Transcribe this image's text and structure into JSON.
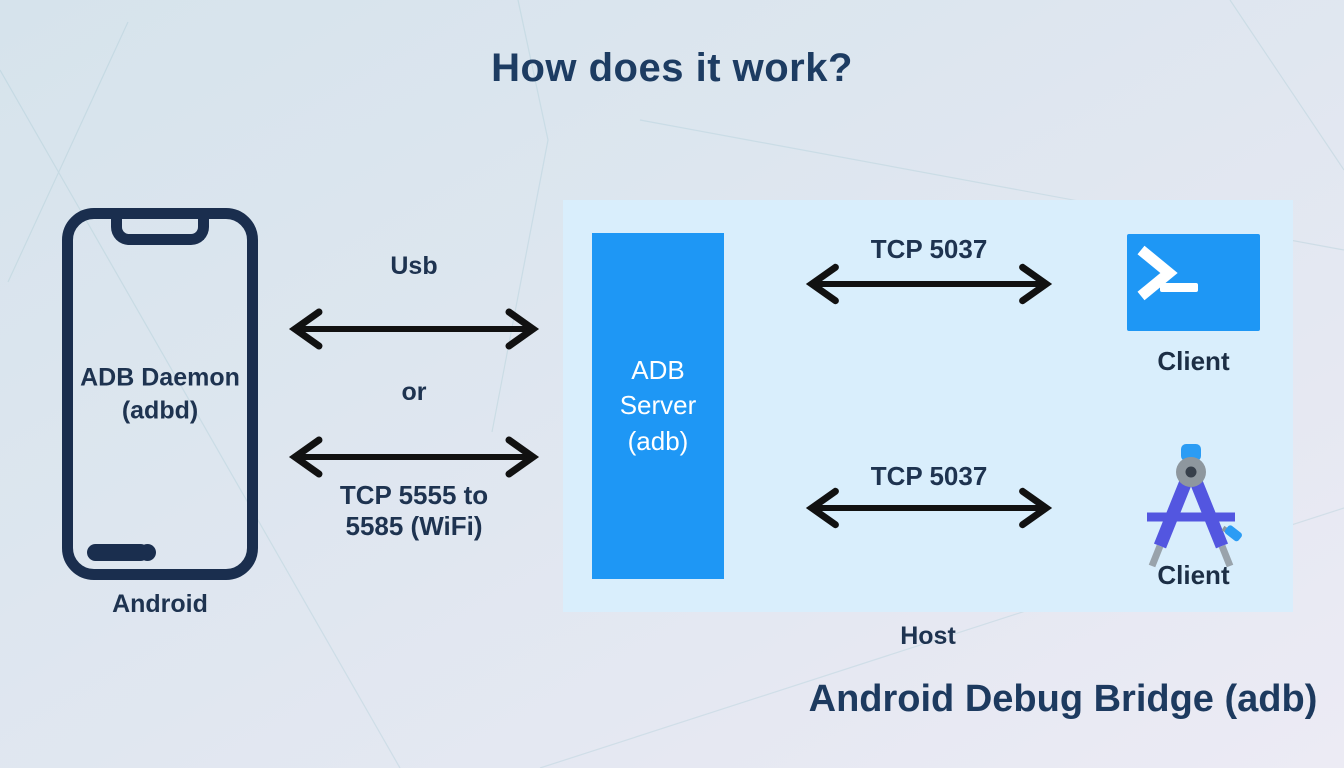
{
  "title": "How does it work?",
  "device": {
    "label": "ADB Daemon\n(adbd)",
    "caption": "Android"
  },
  "left_links": {
    "usb": "Usb",
    "or": "or",
    "wifi": "TCP 5555 to\n5585 (WiFi)"
  },
  "host": {
    "server_label": "ADB\nServer\n(adb)",
    "caption": "Host",
    "links": [
      {
        "label": "TCP 5037",
        "client": "Client",
        "icon": "terminal-icon"
      },
      {
        "label": "TCP 5037",
        "client": "Client",
        "icon": "compass-icon"
      }
    ]
  },
  "footer": "Android Debug Bridge (adb)",
  "colors": {
    "accent_blue": "#1e97f5",
    "host_panel_bg": "#d9eefc",
    "navy_text": "#1e3350",
    "title_navy": "#1d3c62",
    "phone_outline": "#1a2e4e",
    "arrow_black": "#111111",
    "compass_indigo": "#5356e0",
    "compass_metal": "#8e979e"
  }
}
